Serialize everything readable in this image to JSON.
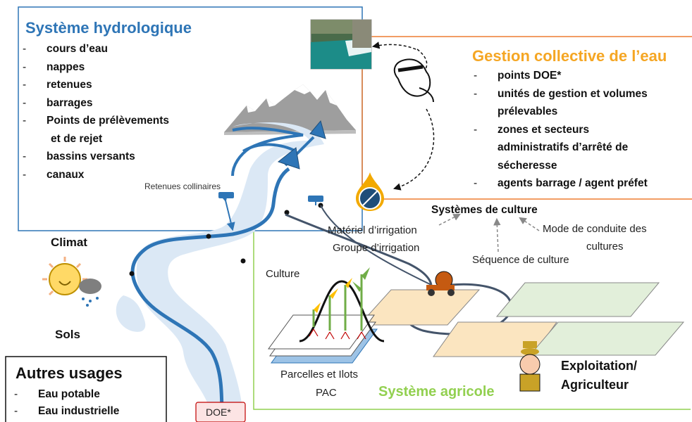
{
  "hydro": {
    "title": "Système hydrologique",
    "items": [
      "cours d’eau",
      "nappes",
      "retenues",
      "barrages",
      "Points de prélèvements",
      "bassins versants",
      "canaux"
    ],
    "items_cont": "et de rejet"
  },
  "gestion": {
    "title": "Gestion collective de l’eau",
    "items": [
      {
        "l1": "points DOE*",
        "l2": ""
      },
      {
        "l1": "unités de gestion et volumes",
        "l2": "prélevables"
      },
      {
        "l1": "zones et secteurs",
        "l2": "administratifs d’arrêté de",
        "l3": "sécheresse"
      },
      {
        "l1": "agents barrage / agent préfet",
        "l2": ""
      }
    ]
  },
  "labels": {
    "retenues_collinaires": "Retenues collinaires",
    "climat": "Climat",
    "sols": "Sols",
    "systemes_culture": "Systèmes de culture",
    "materiel": "Matériel d’irrigation",
    "groupe": "Groupe d’irrigation",
    "mode1": "Mode de conduite des",
    "mode2": "cultures",
    "sequence": "Séquence de culture",
    "culture": "Culture",
    "parcelles1": "Parcelles et Ilots",
    "parcelles2": "PAC",
    "systeme_agricole": "Système agricole",
    "exploitation1": "Exploitation/",
    "exploitation2": "Agriculteur",
    "doe": "DOE*"
  },
  "autres": {
    "title": "Autres usages",
    "items": [
      "Eau potable",
      "Eau industrielle"
    ]
  },
  "colors": {
    "hydro_blue": "#2e75b6",
    "gestion_orange": "#f5a623",
    "border_orange": "#ed7d31",
    "agri_green": "#92d050",
    "river": "#2e75b6",
    "river_halo": "#dbe8f5"
  }
}
